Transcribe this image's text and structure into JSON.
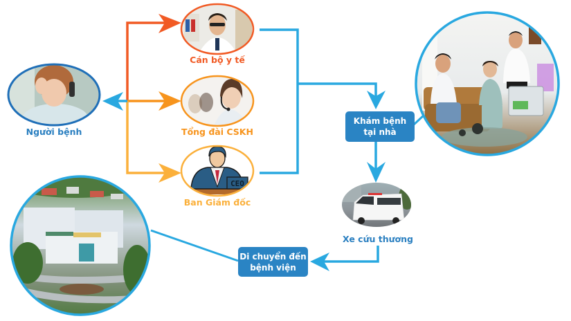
{
  "colors": {
    "blue": "#29a8e0",
    "box_blue": "#2a84c4",
    "label_blue": "#2a7fc0",
    "red_orange": "#f15a24",
    "orange": "#f7941d",
    "yellow_orange": "#fbb03b",
    "patient_ring": "#1f6fb8"
  },
  "nodes": {
    "patient": {
      "label": "Người bệnh",
      "icon": "distressed-patient-photo"
    },
    "medical_staff": {
      "label": "Cán bộ y tế",
      "icon": "doctor-photo"
    },
    "call_center": {
      "label": "Tổng đài CSKH",
      "icon": "call-center-photo"
    },
    "board": {
      "label": "Ban Giám đốc",
      "icon": "ceo-icon",
      "badge": "CEO"
    },
    "home_exam": {
      "label_line1": "Khám bệnh",
      "label_line2": "tại nhà"
    },
    "home_exam_photo": {
      "icon": "home-visit-photo"
    },
    "ambulance": {
      "label": "Xe cứu thương",
      "icon": "ambulance-photo"
    },
    "to_hospital": {
      "label_line1": "Di chuyển đến",
      "label_line2": "bệnh viện"
    },
    "hospital_photo": {
      "icon": "hospital-photo"
    }
  }
}
